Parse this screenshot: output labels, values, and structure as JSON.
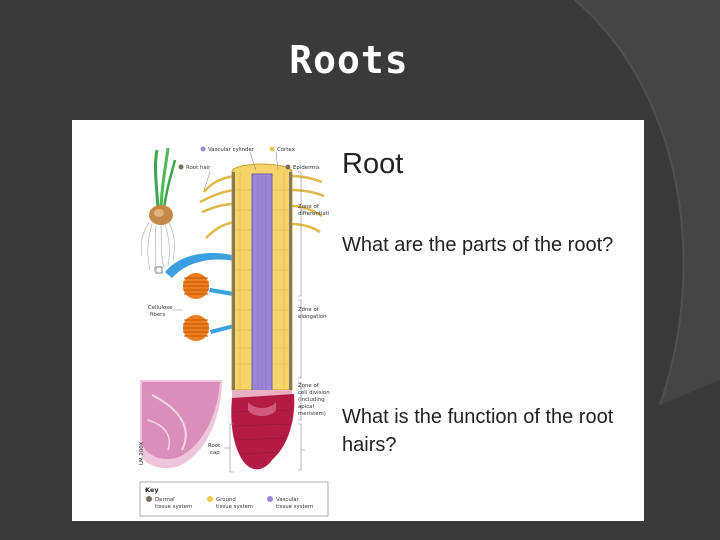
{
  "slide": {
    "title": "Roots"
  },
  "panel": {
    "heading": "Root",
    "question_1": "What are the parts of the root?",
    "question_2": "What is the function of the root hairs?"
  },
  "diagram": {
    "labels": {
      "vascular_cylinder": "Vascular cylinder",
      "cortex": "Cortex",
      "root_hair": "Root hair",
      "epidermis": "Epidermis",
      "zone_diff_1": "Zone of",
      "zone_diff_2": "differentiati",
      "zone_elong_1": "Zone of",
      "zone_elong_2": "elongation",
      "cellulose_1": "Cellulose",
      "cellulose_2": "fibers",
      "zone_div_1": "Zone of",
      "zone_div_2": "cell division",
      "zone_div_3": "(including",
      "zone_div_4": "apical",
      "zone_div_5": "meristem)",
      "root_cap_1": "Root",
      "root_cap_2": "cap",
      "micro_caption": "LM 200X"
    },
    "key": {
      "title": "Key",
      "dermal_1": "Dermal",
      "dermal_2": "tissue system",
      "ground_1": "Ground",
      "ground_2": "tissue system",
      "vascular_1": "Vascular",
      "vascular_2": "tissue system"
    },
    "colors": {
      "background": "#3a3a3a",
      "vascular": "#9b86d6",
      "ground": "#f1c94a",
      "dermal": "#7a6f5a",
      "root_cap": "#b31b44",
      "arrow": "#3aa0e0",
      "fiber": "#ef7d1d"
    }
  }
}
